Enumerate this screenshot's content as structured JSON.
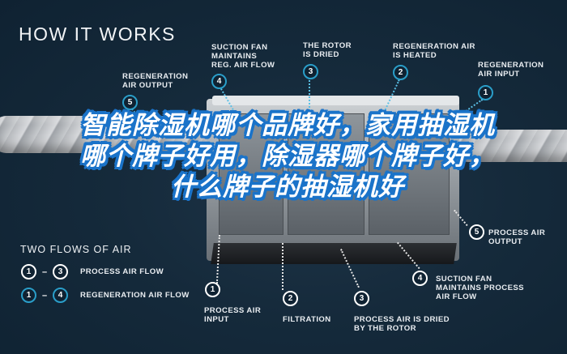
{
  "title": "HOW IT WORKS",
  "overlay_title": "智能除湿机哪个品牌好，家用抽湿机哪个牌子好用，除湿器哪个牌子好，什么牌子的抽湿机好",
  "colors": {
    "background": "#152a3b",
    "regeneration_accent": "#2a9ec9",
    "process_accent": "#ffffff",
    "overlay_stroke": "#1a73c9"
  },
  "regeneration_callouts": [
    {
      "number": "5",
      "label": "REGENERATION\nAIR OUTPUT"
    },
    {
      "number": "4",
      "label": "SUCTION FAN\nMAINTAINS\nREG. AIR FLOW"
    },
    {
      "number": "3",
      "label": "THE ROTOR\nIS DRIED"
    },
    {
      "number": "2",
      "label": "REGENERATION AIR\nIS HEATED"
    },
    {
      "number": "1",
      "label": "REGENERATION\nAIR INPUT"
    }
  ],
  "process_callouts": [
    {
      "number": "1",
      "label": "PROCESS AIR\nINPUT"
    },
    {
      "number": "2",
      "label": "FILTRATION"
    },
    {
      "number": "3",
      "label": "PROCESS AIR IS DRIED\nBY THE ROTOR"
    },
    {
      "number": "4",
      "label": "SUCTION FAN\nMAINTAINS PROCESS\nAIR FLOW"
    },
    {
      "number": "5",
      "label": "PROCESS AIR\nOUTPUT"
    }
  ],
  "legend": {
    "title": "TWO FLOWS OF AIR",
    "rows": [
      {
        "from": "1",
        "to": "3",
        "dash": "–",
        "label": "PROCESS AIR FLOW",
        "style": "white"
      },
      {
        "from": "1",
        "to": "4",
        "dash": "–",
        "label": "REGENERATION AIR FLOW",
        "style": "blue"
      }
    ]
  }
}
